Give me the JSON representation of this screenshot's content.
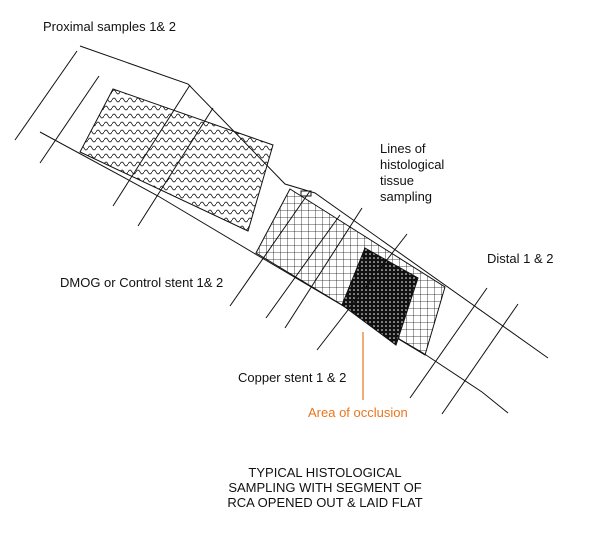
{
  "labels": {
    "proximal": "Proximal samples 1& 2",
    "lines_of_sampling": [
      "Lines of",
      "histological",
      "tissue",
      "sampling"
    ],
    "distal": "Distal 1 & 2",
    "dmog_control": "DMOG or Control stent 1& 2",
    "copper": "Copper stent 1 & 2",
    "occlusion": "Area of occlusion"
  },
  "caption": [
    "TYPICAL HISTOLOGICAL",
    "SAMPLING WITH SEGMENT OF",
    "RCA OPENED OUT & LAID FLAT"
  ],
  "colors": {
    "line": "#111111",
    "occlusion_accent": "#e8761e",
    "background": "#ffffff"
  }
}
